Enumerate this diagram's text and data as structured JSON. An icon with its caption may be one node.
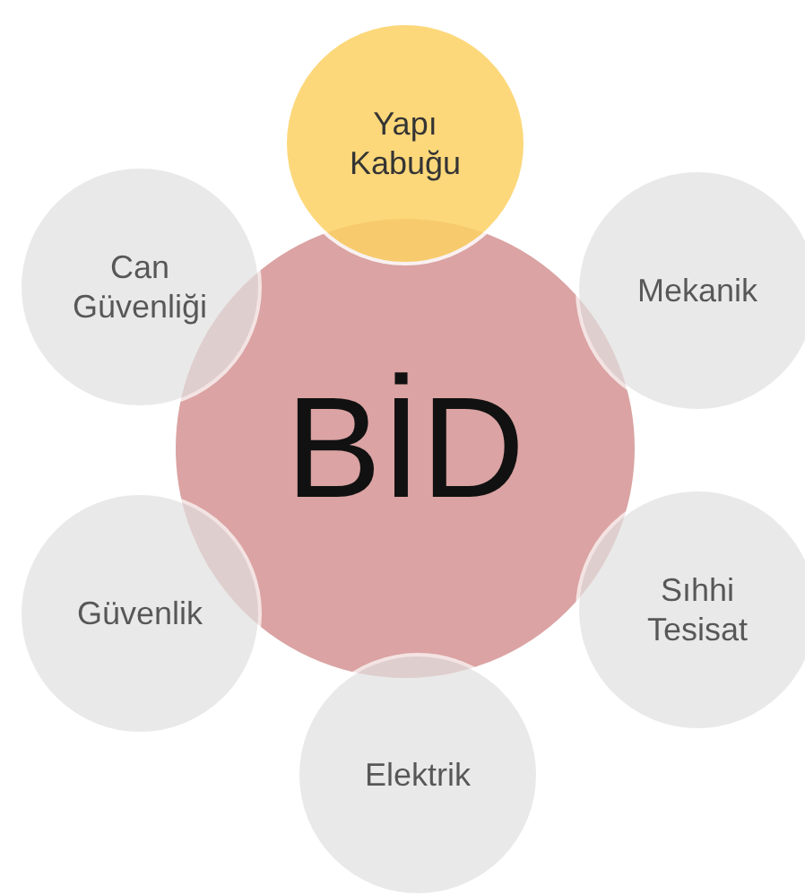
{
  "diagram": {
    "nodes": [
      {
        "text": [
          "BİD"
        ]
      },
      {
        "text": [
          "Yapı Kabuğu"
        ]
      },
      {
        "text": [
          "Mekanik"
        ]
      },
      {
        "text": [
          "Sıhhi Tesisat"
        ]
      },
      {
        "text": [
          "Elektrik"
        ]
      },
      {
        "text": [
          "Güvenlik"
        ]
      },
      {
        "text": [
          "Can Güvenliği"
        ]
      }
    ],
    "edges": []
  }
}
